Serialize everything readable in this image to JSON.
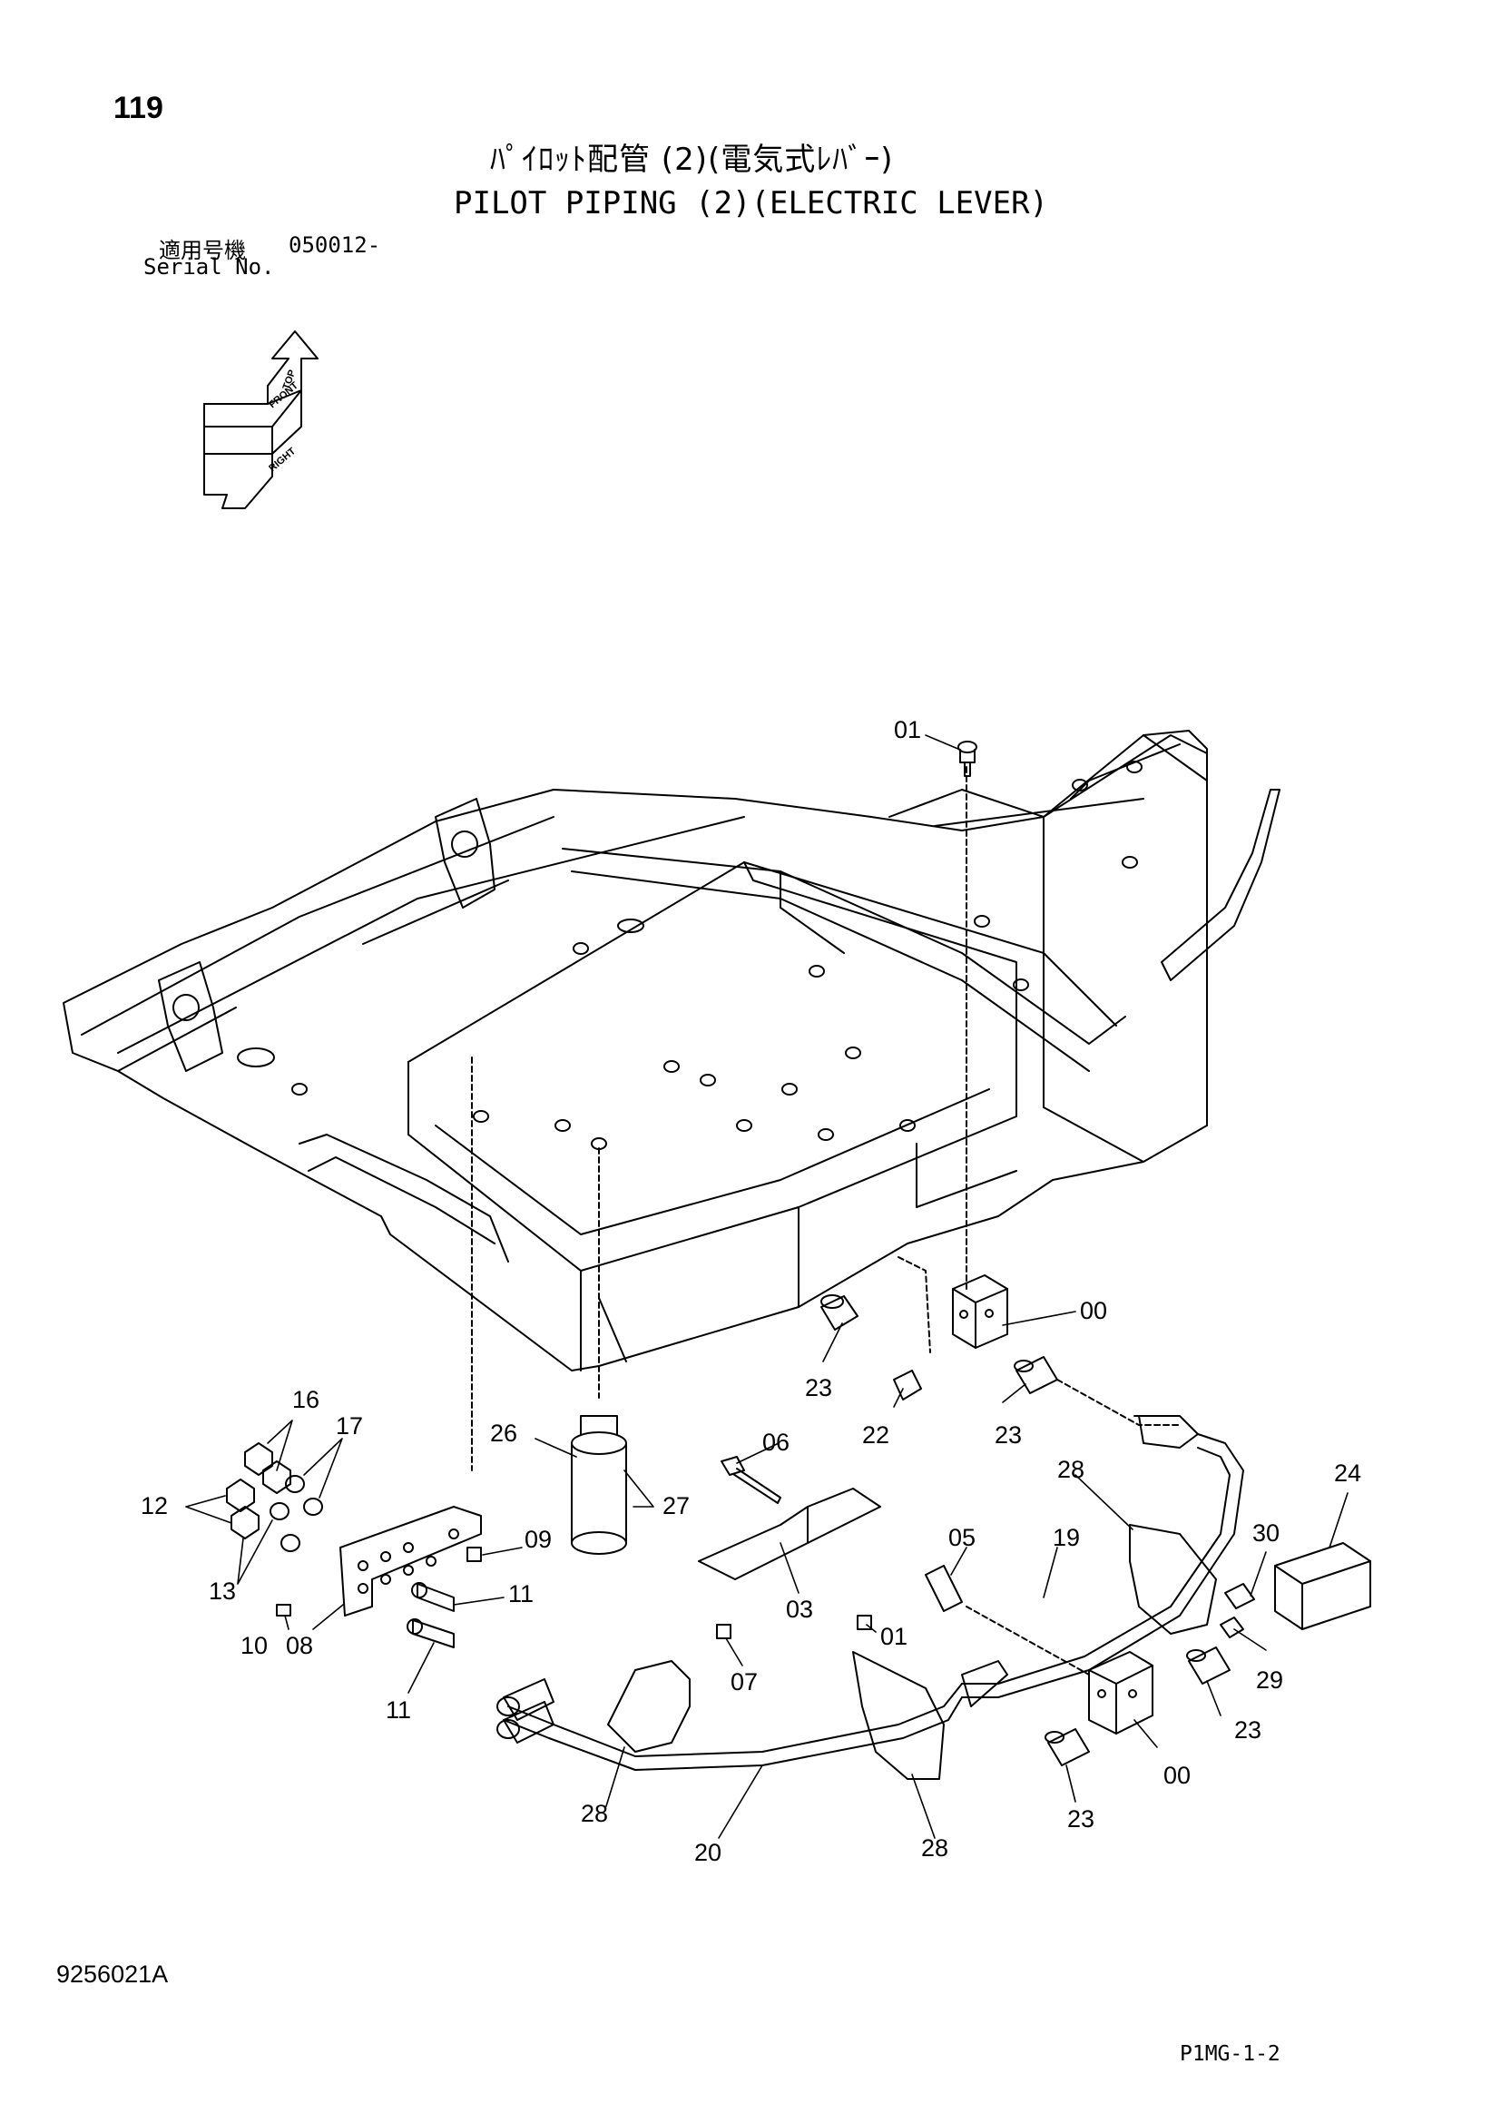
{
  "header": {
    "page_number": "119",
    "title_jp": "ﾊﾟｲﾛｯﾄ配管 (2)(電気式ﾚﾊﾞｰ)",
    "title_en": "PILOT PIPING (2)(ELECTRIC LEVER)",
    "serial_label_jp": "適用号機",
    "serial_value": "050012-",
    "serial_label_en": "Serial No."
  },
  "orientation_indicator": {
    "top_label": "TOP",
    "front_label": "FRONT",
    "right_label": "RIGHT"
  },
  "part_labels": [
    {
      "id": "01a",
      "text": "01"
    },
    {
      "id": "00a",
      "text": "00"
    },
    {
      "id": "23a",
      "text": "23"
    },
    {
      "id": "22",
      "text": "22"
    },
    {
      "id": "23b",
      "text": "23"
    },
    {
      "id": "16",
      "text": "16"
    },
    {
      "id": "17",
      "text": "17"
    },
    {
      "id": "26",
      "text": "26"
    },
    {
      "id": "06",
      "text": "06"
    },
    {
      "id": "28a",
      "text": "28"
    },
    {
      "id": "24",
      "text": "24"
    },
    {
      "id": "12",
      "text": "12"
    },
    {
      "id": "27",
      "text": "27"
    },
    {
      "id": "09",
      "text": "09"
    },
    {
      "id": "05",
      "text": "05"
    },
    {
      "id": "19",
      "text": "19"
    },
    {
      "id": "30",
      "text": "30"
    },
    {
      "id": "13",
      "text": "13"
    },
    {
      "id": "11a",
      "text": "11"
    },
    {
      "id": "03",
      "text": "03"
    },
    {
      "id": "01b",
      "text": "01"
    },
    {
      "id": "10",
      "text": "10"
    },
    {
      "id": "08",
      "text": "08"
    },
    {
      "id": "07",
      "text": "07"
    },
    {
      "id": "29",
      "text": "29"
    },
    {
      "id": "23c",
      "text": "23"
    },
    {
      "id": "11b",
      "text": "11"
    },
    {
      "id": "00b",
      "text": "00"
    },
    {
      "id": "28b",
      "text": "28"
    },
    {
      "id": "23d",
      "text": "23"
    },
    {
      "id": "20",
      "text": "20"
    },
    {
      "id": "28c",
      "text": "28"
    }
  ],
  "footer": {
    "doc_code": "9256021A",
    "sheet_code": "P1MG-1-2"
  }
}
